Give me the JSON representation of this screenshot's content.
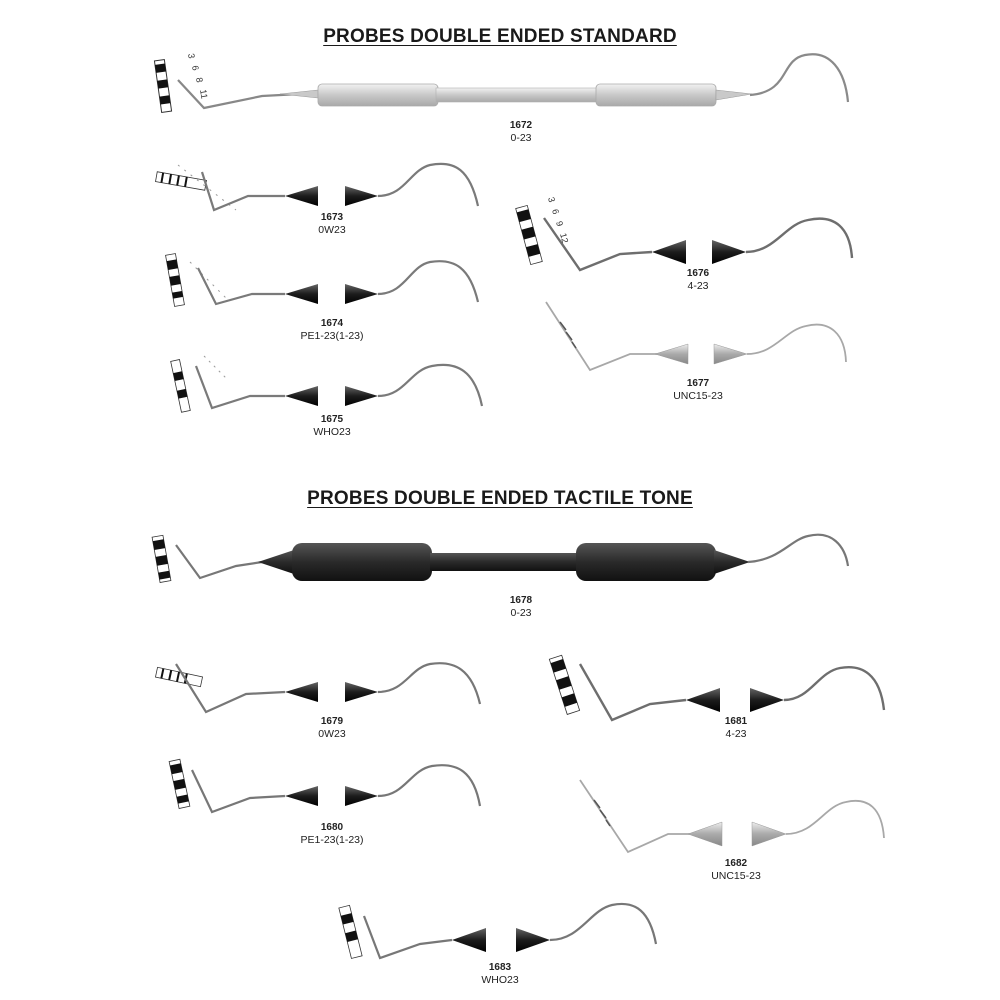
{
  "sections": {
    "standard": {
      "title": "PROBES DOUBLE ENDED STANDARD"
    },
    "tactile": {
      "title": "PROBES DOUBLE ENDED TACTILE TONE"
    }
  },
  "probes": {
    "p1672": {
      "code": "1672",
      "model": "0-23"
    },
    "p1673": {
      "code": "1673",
      "model": "0W23"
    },
    "p1674": {
      "code": "1674",
      "model": "PE1-23(1-23)"
    },
    "p1675": {
      "code": "1675",
      "model": "WHO23"
    },
    "p1676": {
      "code": "1676",
      "model": "4-23"
    },
    "p1677": {
      "code": "1677",
      "model": "UNC15-23"
    },
    "p1678": {
      "code": "1678",
      "model": "0-23"
    },
    "p1679": {
      "code": "1679",
      "model": "0W23"
    },
    "p1680": {
      "code": "1680",
      "model": "PE1-23(1-23)"
    },
    "p1681": {
      "code": "1681",
      "model": "4-23"
    },
    "p1682": {
      "code": "1682",
      "model": "UNC15-23"
    },
    "p1683": {
      "code": "1683",
      "model": "WHO23"
    }
  },
  "scale_marks": {
    "p1672": [
      "3",
      "6",
      "8",
      "11"
    ],
    "p1676": [
      "3",
      "6",
      "9",
      "12"
    ]
  },
  "colors": {
    "metal": "#8a8a8a",
    "dark_handle": "#2b2b2b",
    "light_handle": "#d4d4d4",
    "text": "#222222"
  }
}
